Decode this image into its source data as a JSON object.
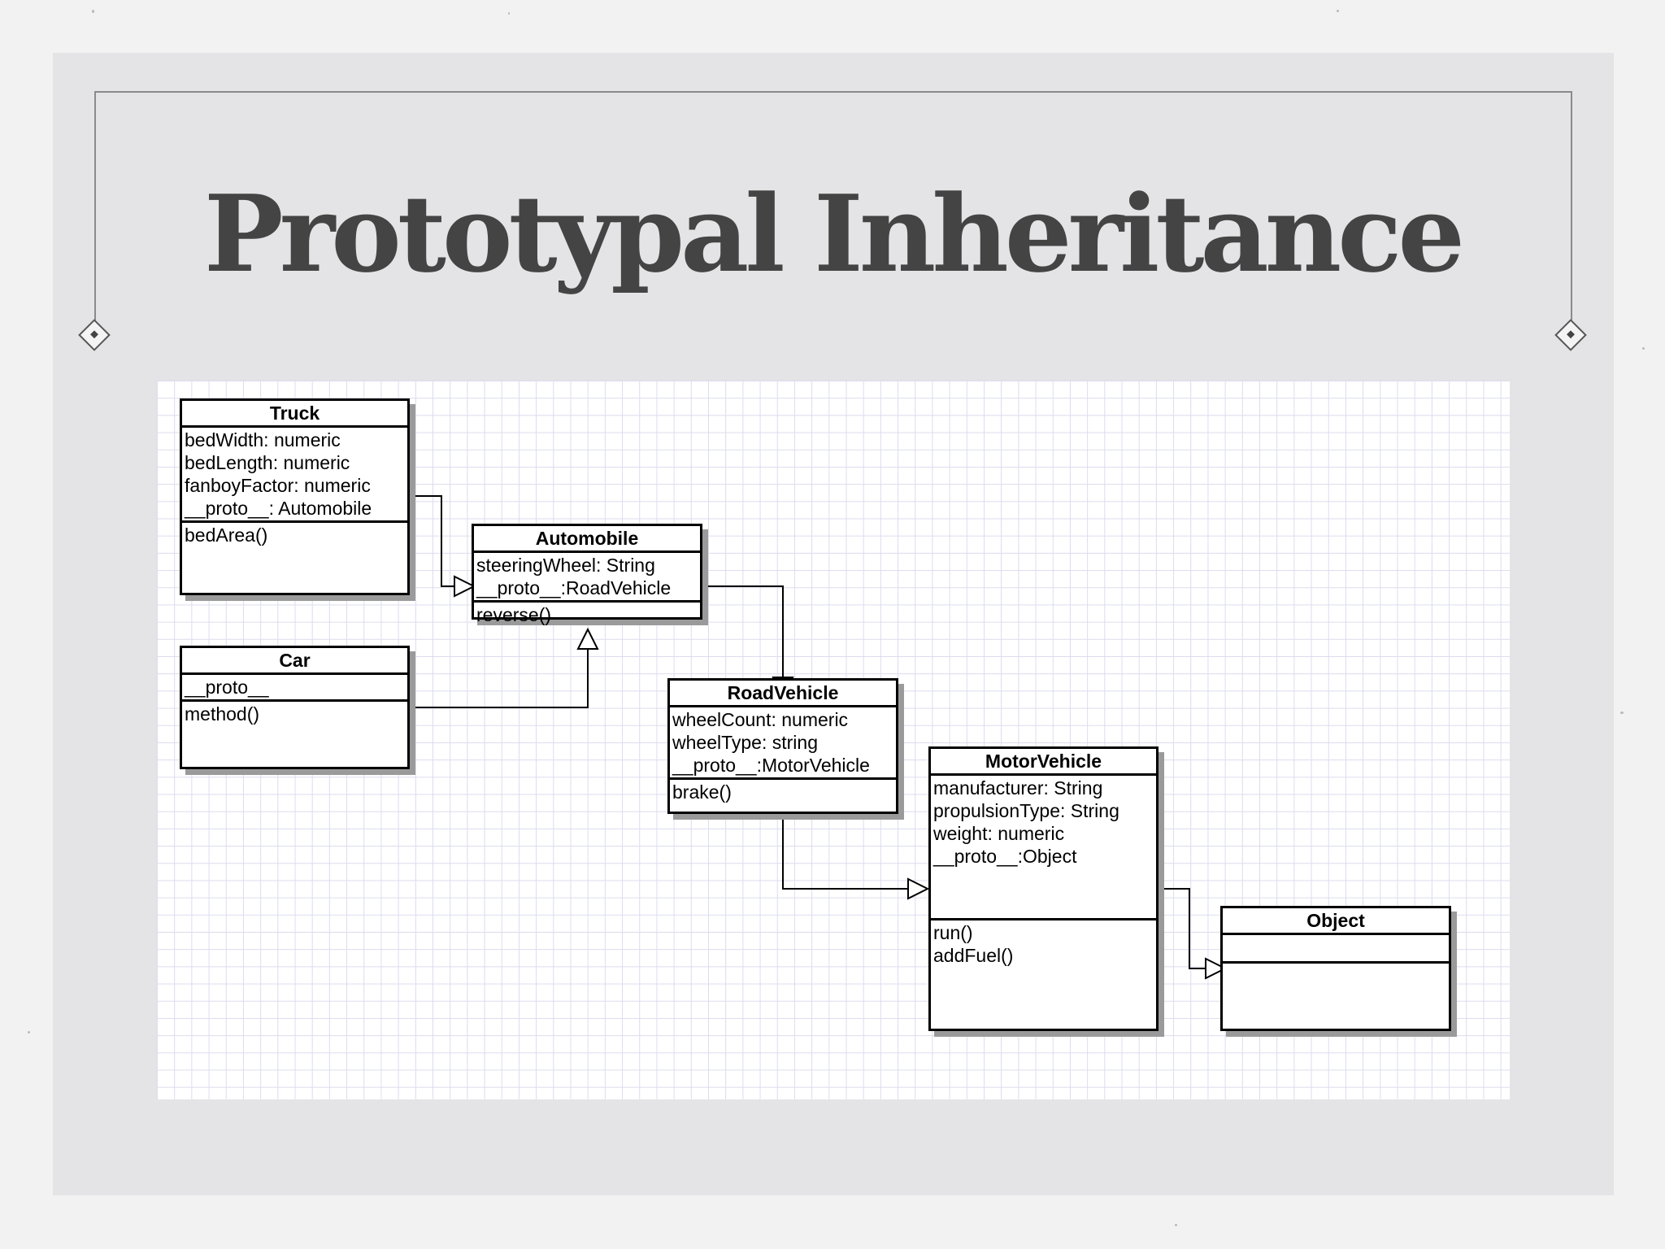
{
  "slide": {
    "title": "Prototypal Inheritance"
  },
  "diagram": {
    "classes": {
      "truck": {
        "name": "Truck",
        "attributes": [
          "bedWidth: numeric",
          "bedLength: numeric",
          "fanboyFactor: numeric",
          "__proto__: Automobile"
        ],
        "methods": [
          "bedArea()"
        ]
      },
      "car": {
        "name": "Car",
        "attributes": [
          "__proto__"
        ],
        "methods": [
          "method()"
        ]
      },
      "automobile": {
        "name": "Automobile",
        "attributes": [
          "steeringWheel: String",
          "__proto__:RoadVehicle"
        ],
        "methods": [
          "reverse()"
        ]
      },
      "roadvehicle": {
        "name": "RoadVehicle",
        "attributes": [
          "wheelCount: numeric",
          "wheelType: string",
          "__proto__:MotorVehicle"
        ],
        "methods": [
          "brake()"
        ]
      },
      "motorvehicle": {
        "name": "MotorVehicle",
        "attributes": [
          "manufacturer: String",
          "propulsionType: String",
          "weight: numeric",
          "__proto__:Object"
        ],
        "methods": [
          "run()",
          "addFuel()"
        ]
      },
      "object": {
        "name": "Object",
        "attributes": [],
        "methods": []
      }
    },
    "relationships": [
      {
        "from": "Truck",
        "to": "Automobile",
        "type": "inheritance"
      },
      {
        "from": "Car",
        "to": "Automobile",
        "type": "inheritance"
      },
      {
        "from": "Automobile",
        "to": "RoadVehicle",
        "type": "inheritance"
      },
      {
        "from": "RoadVehicle",
        "to": "MotorVehicle",
        "type": "inheritance"
      },
      {
        "from": "MotorVehicle",
        "to": "Object",
        "type": "inheritance"
      }
    ]
  }
}
